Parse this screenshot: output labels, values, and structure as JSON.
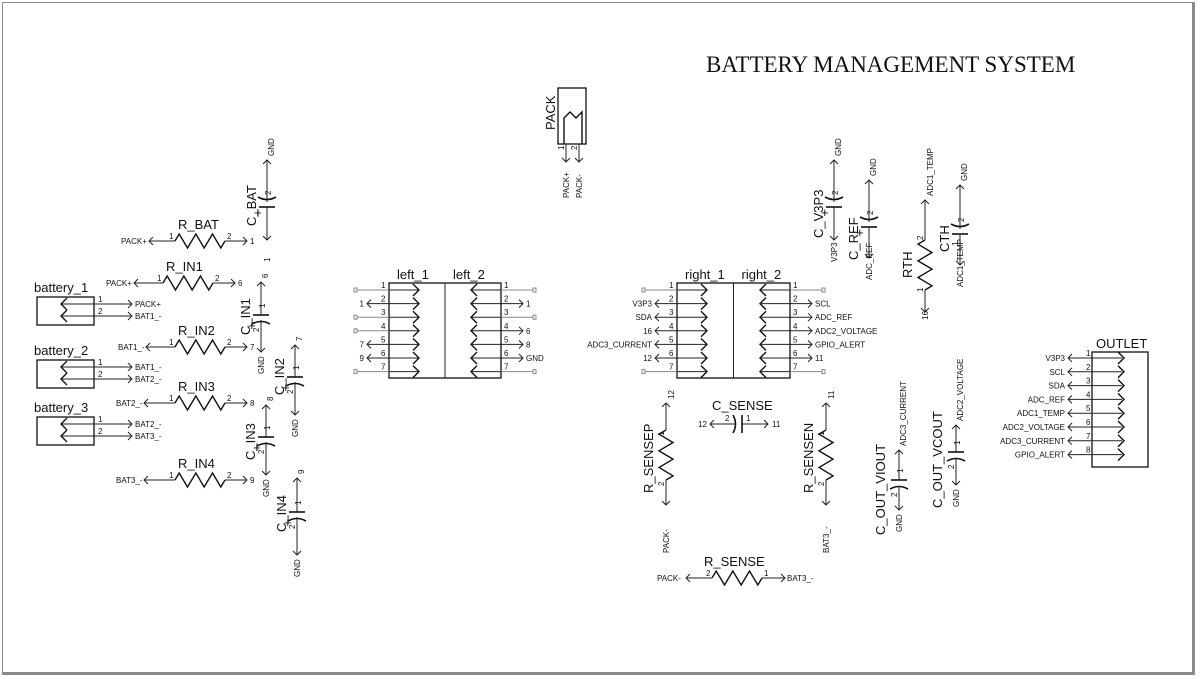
{
  "title": "BATTERY MANAGEMENT SYSTEM",
  "connectors": {
    "pack": {
      "ref": "PACK",
      "pins": [
        {
          "n": "1",
          "net": "PACK+"
        },
        {
          "n": "2",
          "net": "PACK-"
        }
      ]
    },
    "battery_1": {
      "ref": "battery_1",
      "pins": [
        {
          "n": "1",
          "net": "PACK+"
        },
        {
          "n": "2",
          "net": "BAT1_-"
        }
      ]
    },
    "battery_2": {
      "ref": "battery_2",
      "pins": [
        {
          "n": "1",
          "net": "BAT1_-"
        },
        {
          "n": "2",
          "net": "BAT2_-"
        }
      ]
    },
    "battery_3": {
      "ref": "battery_3",
      "pins": [
        {
          "n": "1",
          "net": "BAT2_-"
        },
        {
          "n": "2",
          "net": "BAT3_-"
        }
      ]
    },
    "left": {
      "ref_a": "left_1",
      "ref_b": "left_2",
      "left_nets": [
        "",
        "1",
        "",
        "",
        "7",
        "9",
        ""
      ],
      "right_nets": [
        "",
        "1",
        "",
        "6",
        "8",
        "GND",
        ""
      ],
      "pin_numbers": [
        "1",
        "2",
        "3",
        "4",
        "5",
        "6",
        "7"
      ]
    },
    "right": {
      "ref_a": "right_1",
      "ref_b": "right_2",
      "left_nets": [
        "",
        "V3P3",
        "SDA",
        "16",
        "ADC3_CURRENT",
        "12",
        ""
      ],
      "right_nets": [
        "",
        "SCL",
        "ADC_REF",
        "ADC2_VOLTAGE",
        "GPIO_ALERT",
        "11",
        ""
      ],
      "pin_numbers": [
        "1",
        "2",
        "3",
        "4",
        "5",
        "6",
        "7"
      ]
    },
    "outlet": {
      "ref": "OUTLET",
      "pins": [
        {
          "n": "1",
          "net": "V3P3"
        },
        {
          "n": "2",
          "net": "SCL"
        },
        {
          "n": "3",
          "net": "SDA"
        },
        {
          "n": "4",
          "net": "ADC_REF"
        },
        {
          "n": "5",
          "net": "ADC1_TEMP"
        },
        {
          "n": "6",
          "net": "ADC2_VOLTAGE"
        },
        {
          "n": "7",
          "net": "ADC3_CURRENT"
        },
        {
          "n": "8",
          "net": "GPIO_ALERT"
        }
      ]
    }
  },
  "resistors": {
    "r_bat": {
      "ref": "R_BAT",
      "p1": "1",
      "p2": "2",
      "net1": "PACK+",
      "net2": "1"
    },
    "r_in1": {
      "ref": "R_IN1",
      "p1": "1",
      "p2": "2",
      "net1": "PACK+",
      "net2": "6"
    },
    "r_in2": {
      "ref": "R_IN2",
      "p1": "1",
      "p2": "2",
      "net1": "BAT1_-",
      "net2": "7"
    },
    "r_in3": {
      "ref": "R_IN3",
      "p1": "1",
      "p2": "2",
      "net1": "BAT2_-",
      "net2": "8"
    },
    "r_in4": {
      "ref": "R_IN4",
      "p1": "1",
      "p2": "2",
      "net1": "BAT3_-",
      "net2": "9"
    },
    "r_sense": {
      "ref": "R_SENSE",
      "p1": "2",
      "p2": "1",
      "net1": "PACK-",
      "net2": "BAT3_-"
    },
    "r_sensep": {
      "ref": "R_SENSEP",
      "p1": "1",
      "p2": "2",
      "net_top": "12",
      "net_bottom": "PACK-"
    },
    "r_sensen": {
      "ref": "R_SENSEN",
      "p1": "1",
      "p2": "2",
      "net_top": "11",
      "net_bottom": "BAT3_-"
    },
    "rth": {
      "ref": "RTH",
      "p1": "2",
      "p2": "1",
      "net_top": "ADC1_TEMP",
      "net_bottom": "16"
    }
  },
  "capacitors": {
    "c_bat": {
      "ref": "C_BAT",
      "top_pin": "2",
      "net_top": "GND",
      "net_bottom": "1",
      "polarized": true
    },
    "c_in1": {
      "ref": "C_IN1",
      "top_pin": "1",
      "bottom_pin": "2",
      "net_top": "6",
      "net_bottom": "GND",
      "polarized": true
    },
    "c_in2": {
      "ref": "C_IN2",
      "top_pin": "1",
      "bottom_pin": "2",
      "net_top": "7",
      "net_bottom": "GND",
      "polarized": true
    },
    "c_in3": {
      "ref": "C_IN3",
      "top_pin": "1",
      "bottom_pin": "2",
      "net_top": "8",
      "net_bottom": "GND",
      "polarized": true
    },
    "c_in4": {
      "ref": "C_IN4",
      "top_pin": "1",
      "bottom_pin": "2",
      "net_top": "9",
      "net_bottom": "GND",
      "polarized": true
    },
    "c_v3p3": {
      "ref": "C_V3P3",
      "top_pin": "2",
      "net_top": "GND",
      "net_bottom": "V3P3",
      "polarized": true
    },
    "c_ref": {
      "ref": "C_REF",
      "top_pin": "2",
      "net_top": "GND",
      "net_bottom": "ADC_REF",
      "polarized": true
    },
    "cth": {
      "ref": "CTH",
      "top_pin": "2",
      "bottom_pin": "1",
      "net_top": "GND",
      "net_bottom": "ADC1_TEMP",
      "polarized": false
    },
    "c_sense": {
      "ref": "C_SENSE",
      "p_left": "2",
      "p_right": "1",
      "net_left": "12",
      "net_right": "11"
    },
    "c_out_viout": {
      "ref": "C_OUT_VIOUT",
      "top_pin": "1",
      "bottom_pin": "2",
      "net_top": "ADC3_CURRENT",
      "net_bottom": "GND"
    },
    "c_out_vcout": {
      "ref": "C_OUT_VCOUT",
      "top_pin": "1",
      "bottom_pin": "2",
      "net_top": "ADC2_VOLTAGE",
      "net_bottom": "GND"
    }
  }
}
